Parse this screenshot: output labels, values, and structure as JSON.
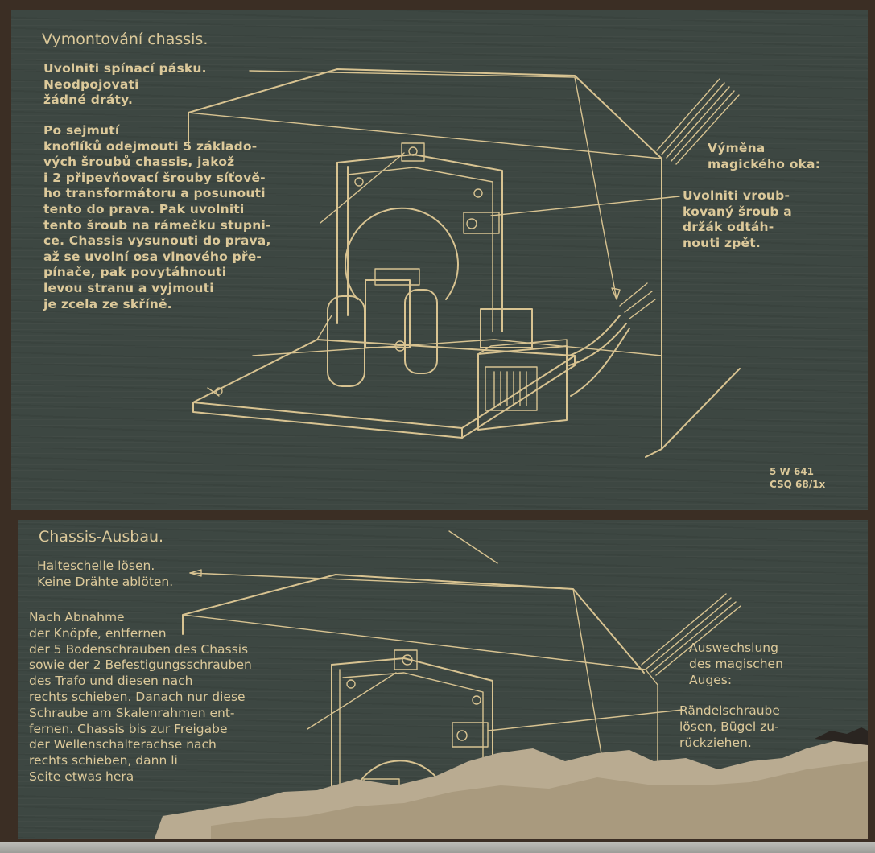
{
  "czech": {
    "title": "Vymontování chassis.",
    "instruction_1": "Uvolniti spínací pásku.\nNeodpojovati\nžádné dráty.",
    "instruction_2": "Po sejmutí\nknoflíků odejmouti 5 základo-\nvých šroubů chassis, jakož\ni 2 připevňovací šrouby síťově-\nho transformátoru a posunouti\ntento do prava. Pak uvolniti\ntento šroub na rámečku stupni-\nce. Chassis vysunouti do prava,\naž se uvolní osa vlnového pře-\npínače, pak povytáhnouti\nlevou stranu a vyjmouti\nje zcela ze skříně.",
    "eye_replacement": "Výměna\nmagického oka:",
    "eye_instruction": "Uvolniti vroub-\nkovaný šroub a\ndržák odtáh-\nnouti zpět.",
    "model_code": "5 W 641\nCSQ 68/1x"
  },
  "german": {
    "title": "Chassis-Ausbau.",
    "instruction_1": "Halteschelle lösen.\nKeine Drähte ablöten.",
    "instruction_2": "Nach Abnahme\nder Knöpfe, entfernen\nder 5 Bodenschrauben des Chassis\nsowie der 2 Befestigungsschrauben\ndes Trafo und diesen nach\nrechts schieben. Danach nur diese\nSchraube am Skalenrahmen ent-\nfernen.  Chassis bis zur Freigabe\nder Wellenschalterachse nach\nrechts schieben, dann li\nSeite etwas hera",
    "eye_replacement": "Auswechslung\ndes magischen\nAuges:",
    "eye_instruction": "Rändelschraube\nlösen, Bügel zu-\nrückziehen."
  },
  "colors": {
    "paper": "#3d4742",
    "print": "#d8c391",
    "wood": "#3b2e24",
    "tear": "#b9ab91"
  }
}
